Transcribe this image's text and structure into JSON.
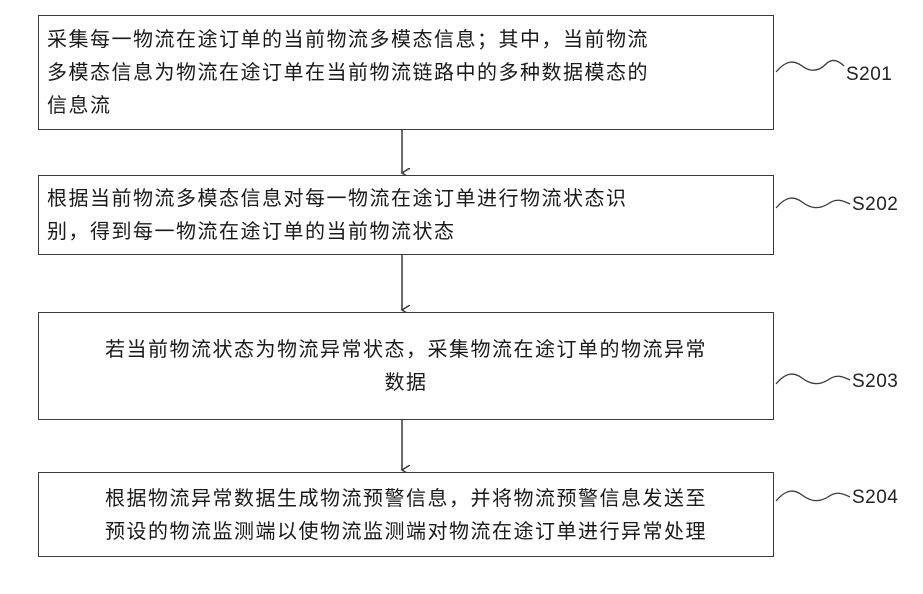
{
  "steps": [
    {
      "id": "S201",
      "lines": [
        "采集每一物流在途订单的当前物流多模态信息；其中，当前物流",
        "多模态信息为物流在途订单在当前物流链路中的多种数据模态的",
        "信息流"
      ]
    },
    {
      "id": "S202",
      "lines": [
        "根据当前物流多模态信息对每一物流在途订单进行物流状态识",
        "别，得到每一物流在途订单的当前物流状态"
      ]
    },
    {
      "id": "S203",
      "lines": [
        "若当前物流状态为物流异常状态，采集物流在途订单的物流异常",
        "数据"
      ]
    },
    {
      "id": "S204",
      "lines": [
        "根据物流异常数据生成物流预警信息，并将物流预警信息发送至",
        "预设的物流监测端以使物流监测端对物流在途订单进行异常处理"
      ]
    }
  ],
  "colors": {
    "stroke": "#3a3a3a",
    "text": "#1a1a1a"
  }
}
